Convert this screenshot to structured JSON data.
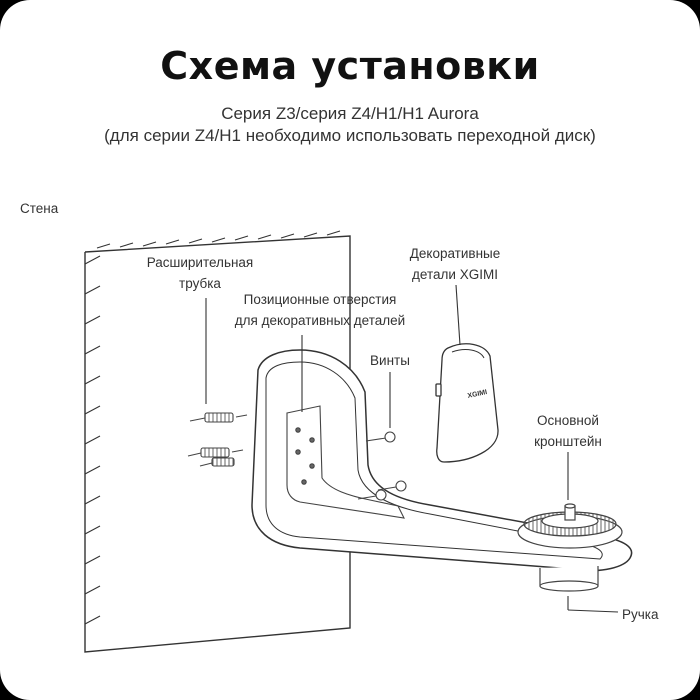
{
  "title": "Схема установки",
  "subtitle_1": "Серия Z3/серия Z4/H1/H1 Aurora",
  "subtitle_2": "(для серии Z4/H1 необходимо использовать переходной диск)",
  "labels": {
    "wall": "Стена",
    "expansion_tube_1": "Расширительная",
    "expansion_tube_2": "трубка",
    "positioning_holes_1": "Позиционные отверстия",
    "positioning_holes_2": "для декоративных деталей",
    "screws": "Винты",
    "decor_1": "Декоративные",
    "decor_2": "детали XGIMI",
    "main_bracket_1": "Основной",
    "main_bracket_2": "кронштейн",
    "handle": "Ручка"
  },
  "decor_logo_text": "XGIMI",
  "colors": {
    "background": "#ffffff",
    "frame": "#000000",
    "line": "#333333",
    "text": "#222222"
  }
}
